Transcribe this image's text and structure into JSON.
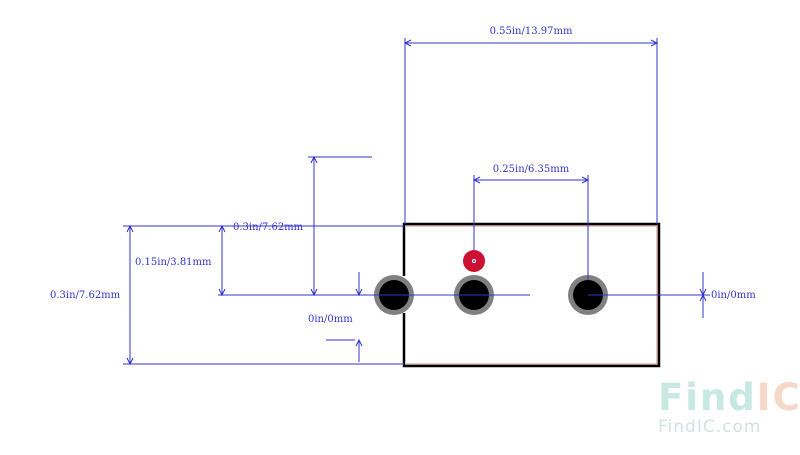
{
  "colors": {
    "dimension": "#3333cc",
    "outline": "#000000",
    "pad_ring": "#808080",
    "pad_hole": "#000000",
    "pin1_marker": "#cc1133",
    "logo_find": "#c8e8e2",
    "logo_ic": "#f6d8c8"
  },
  "dimensions": {
    "overall_width": "0.55in/13.97mm",
    "pin_pitch": "0.25in/6.35mm",
    "row_to_top": "0.3in/7.62mm",
    "row_offset": "0.15in/3.81mm",
    "body_height": "0.3in/7.62mm",
    "zero_left": "0in/0mm",
    "zero_right": "0in/0mm"
  },
  "logo": {
    "find": "Find",
    "ic": "IC",
    "url": "FindIC.com"
  }
}
